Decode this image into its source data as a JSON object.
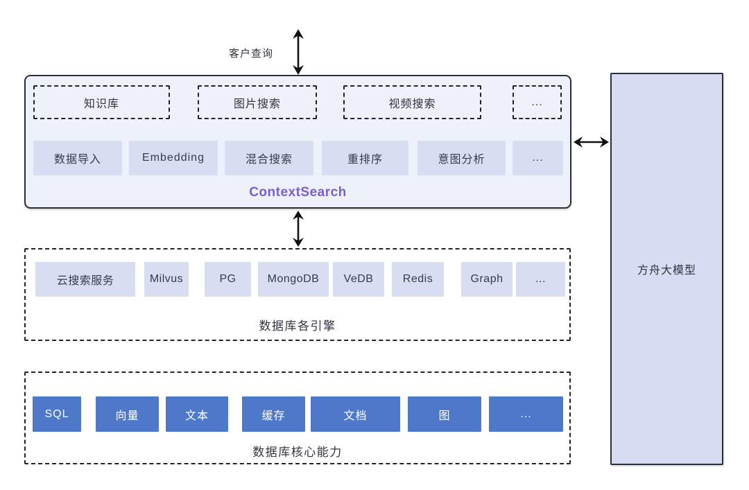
{
  "diagram": {
    "client_query_label": "客户查询",
    "context_search": {
      "title": "ContextSearch",
      "scenarios": [
        "知识库",
        "图片搜索",
        "视频搜索",
        "..."
      ],
      "capabilities": [
        "数据导入",
        "Embedding",
        "混合搜索",
        "重排序",
        "意图分析",
        "..."
      ]
    },
    "engines": {
      "label": "数据库各引擎",
      "items": [
        "云搜索服务",
        "Milvus",
        "PG",
        "MongoDB",
        "VeDB",
        "Redis",
        "Graph",
        "..."
      ]
    },
    "core_capabilities": {
      "label": "数据库核心能力",
      "items": [
        "SQL",
        "向量",
        "文本",
        "缓存",
        "文档",
        "图",
        "..."
      ]
    },
    "ark_model_label": "方舟大模型",
    "colors": {
      "panel_bg": "#edf1fa",
      "light_box_bg": "#d9ddf2",
      "core_box_bg": "#4e78c8",
      "ark_box_bg": "#d7dcf3",
      "title_purple": "#7c5cd6",
      "text_dark": "#2f3440",
      "arrow_black": "#111111"
    }
  }
}
